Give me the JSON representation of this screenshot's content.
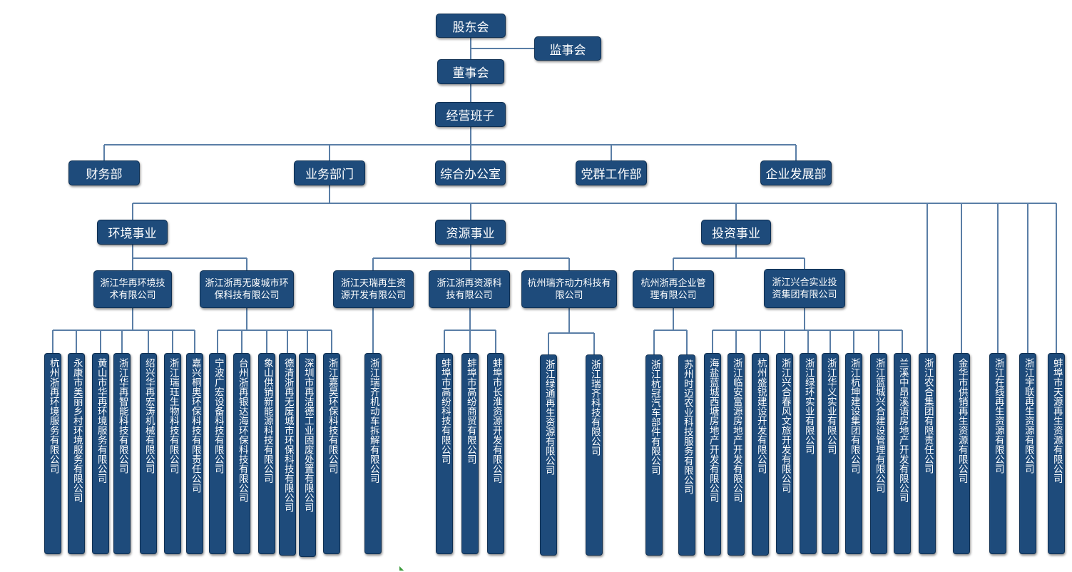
{
  "shareholders": "股东会",
  "supervisors": "监事会",
  "board": "董事会",
  "management": "经营班子",
  "departments": [
    "财务部",
    "业务部门",
    "综合办公室",
    "党群工作部",
    "企业发展部"
  ],
  "divisions": [
    "环境事业",
    "资源事业",
    "投资事业"
  ],
  "subsidiaries": [
    "浙江华再环境技术有限公司",
    "浙江浙再无废城市环保科技有限公司",
    "浙江天瑞再生资源开发有限公司",
    "浙江浙再资源科技有限公司",
    "杭州瑞齐动力科技有限公司",
    "杭州浙再企业管理有限公司",
    "浙江兴合实业投资集团有限公司"
  ],
  "companies": [
    "杭州浙再环境服务有限公司",
    "永康市美丽乡村环境服务有限公司",
    "黄山市华再环境服务有限公司",
    "浙江华再智能科技有限公司",
    "绍兴华再宏涛机械有限公司",
    "浙江瑞珏生物科技有限公司",
    "嘉兴桐奥环保科技有限责任公司",
    "宁波广宏设备科技有限公司",
    "台州浙再银达海环保科技有限公司",
    "象山供销新能源科技有限公司",
    "德清浙再无废城市环保科技有限公司",
    "深圳市再洁德工业固废处置有限公司",
    "浙江嘉昊环保科技有限公司",
    "浙江瑞齐机动车拆解有限公司",
    "蚌埠市高纷科技有限公司",
    "蚌埠市高纷商贸有限公司",
    "蚌埠市长淮资源开发有限公司",
    "浙江绿通再生资源有限公司",
    "浙江瑞齐科技有限公司",
    "浙江杭冠汽车部件有限公司",
    "苏州时迈农业科技服务有限公司",
    "海盐蓝城西塘房地产开发有限公司",
    "浙江临安富源房地产开发有限公司",
    "杭州盛锐建设开发有限公司",
    "浙江兴合春风文旅开发有限公司",
    "浙江绿环实业有限公司",
    "浙江华义实业有限公司",
    "浙江杭坤建设集团有限公司",
    "浙江蓝城兴合建设管理有限公司",
    "兰溪中昂溪语房地产开发有限公司",
    "浙江农合集团有限责任公司",
    "金华市供销再生资源有限公司",
    "浙江在线再生资源有限公司",
    "浙江宇联再生资源有限公司",
    "蚌埠市天源再生资源有限公司"
  ],
  "line_color": "#5a7ea6"
}
